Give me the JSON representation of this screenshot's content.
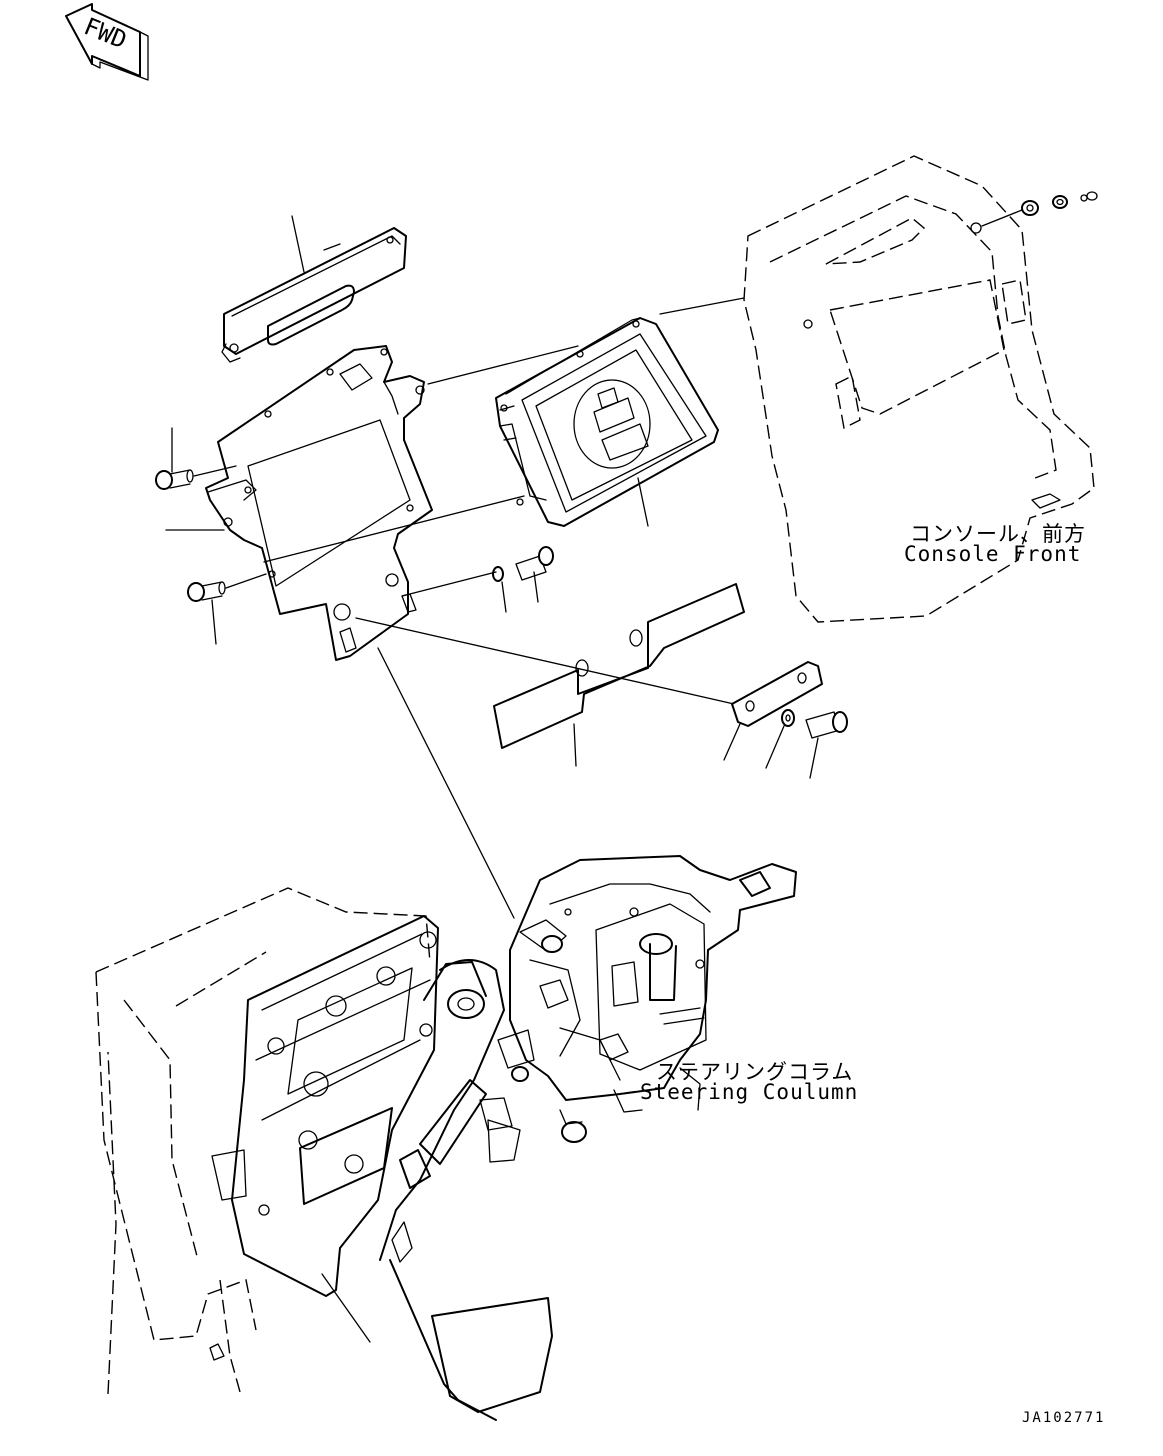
{
  "fwd_arrow": {
    "text": "FWD",
    "icon": "forward-direction-arrow-icon"
  },
  "labels": {
    "console_front_jp": "コンソール、前方",
    "console_front_en": "Console Front",
    "steering_column_jp": "ステアリングコラム",
    "steering_column_en": "Steering Coulumn"
  },
  "drawing_id": "JA102771"
}
